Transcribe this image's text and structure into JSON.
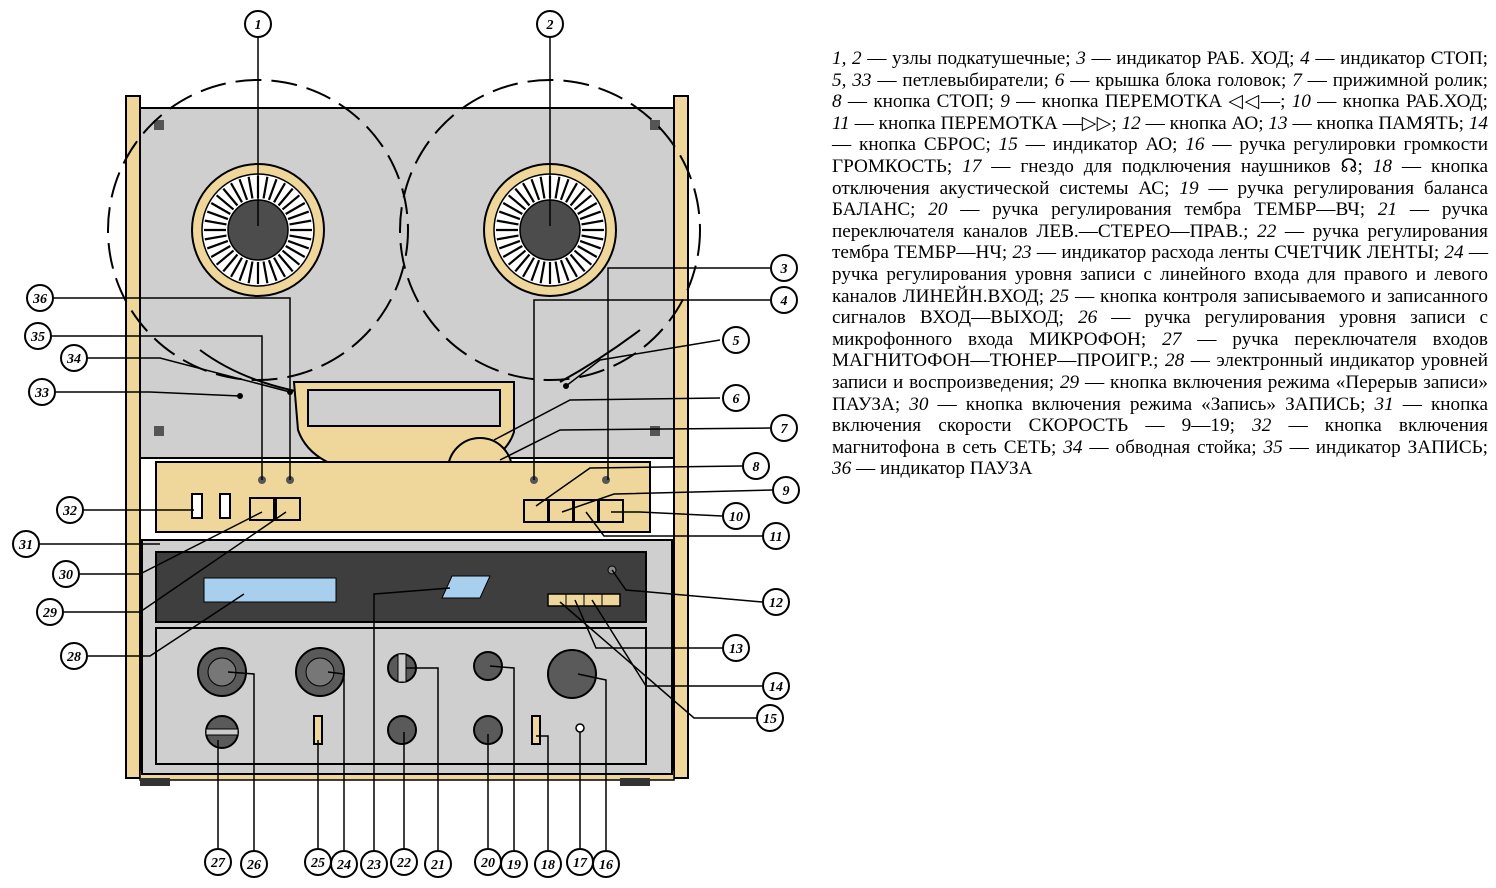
{
  "colors": {
    "cabinet": "#efd79b",
    "panel_gray": "#cfcfcf",
    "reel_dark": "#4c4c4c",
    "reel_ring": "#efd79b",
    "display_dark": "#3e3e3e",
    "display_blue": "#a8d0ee",
    "cover": "#efd79b",
    "knob": "#5a5a5a"
  },
  "callouts": [
    "1",
    "2",
    "3",
    "4",
    "5",
    "6",
    "7",
    "8",
    "9",
    "10",
    "11",
    "12",
    "13",
    "14",
    "15",
    "16",
    "17",
    "18",
    "19",
    "20",
    "21",
    "22",
    "23",
    "24",
    "25",
    "26",
    "27",
    "28",
    "29",
    "30",
    "31",
    "32",
    "33",
    "34",
    "35",
    "36"
  ],
  "legend": [
    {
      "num": "1, 2",
      "text": "узлы подкатушечные"
    },
    {
      "num": "3",
      "text": "индикатор РАБ. ХОД"
    },
    {
      "num": "4",
      "text": "индикатор СТОП"
    },
    {
      "num": "5, 33",
      "text": "петлевыбиратели"
    },
    {
      "num": "6",
      "text": "крышка блока головок"
    },
    {
      "num": "7",
      "text": "прижимной ролик"
    },
    {
      "num": "8",
      "text": "кнопка СТОП"
    },
    {
      "num": "9",
      "text": "кнопка ПЕРЕМОТКА ◁◁—"
    },
    {
      "num": "10",
      "text": "кнопка РАБ.ХОД"
    },
    {
      "num": "11",
      "text": "кнопка ПЕРЕМОТКА —▷▷"
    },
    {
      "num": "12",
      "text": "кнопка АО"
    },
    {
      "num": "13",
      "text": "кнопка ПАМЯТЬ"
    },
    {
      "num": "14",
      "text": "кнопка СБРОС"
    },
    {
      "num": "15",
      "text": "индикатор АО"
    },
    {
      "num": "16",
      "text": "ручка регулировки громкости ГРОМКОСТЬ"
    },
    {
      "num": "17",
      "text": "гнездо для подключения наушников ☊"
    },
    {
      "num": "18",
      "text": "кнопка отключения акустической системы АС"
    },
    {
      "num": "19",
      "text": "ручка регулирования баланса БАЛАНС"
    },
    {
      "num": "20",
      "text": "ручка регулирования тембра ТЕМБР—ВЧ"
    },
    {
      "num": "21",
      "text": "ручка переключателя каналов ЛЕВ.—СТЕРЕО—ПРАВ."
    },
    {
      "num": "22",
      "text": "ручка регулирования тембра ТЕМБР—НЧ"
    },
    {
      "num": "23",
      "text": "индикатор расхода ленты СЧЕТЧИК ЛЕНТЫ"
    },
    {
      "num": "24",
      "text": "ручка регулирования уровня записи с линейного входа для правого и левого каналов ЛИНЕЙН.ВХОД"
    },
    {
      "num": "25",
      "text": "кнопка контроля записываемого и записанного сигналов ВХОД—ВЫХОД"
    },
    {
      "num": "26",
      "text": "ручка регулирования уровня записи с микрофонного входа МИКРОФОН"
    },
    {
      "num": "27",
      "text": "ручка переключателя входов МАГНИТОФОН—ТЮНЕР—ПРОИГР."
    },
    {
      "num": "28",
      "text": "электронный индикатор уровней записи и воспроизведения"
    },
    {
      "num": "29",
      "text": "кнопка включения режима «Перерыв записи» ПАУЗА"
    },
    {
      "num": "30",
      "text": "кнопка включения режима «Запись» ЗАПИСЬ"
    },
    {
      "num": "31",
      "text": "кнопка включения скорости СКОРОСТЬ — 9—19"
    },
    {
      "num": "32",
      "text": "кнопка включения магнитофона в сеть СЕТЬ"
    },
    {
      "num": "34",
      "text": "обводная стойка"
    },
    {
      "num": "35",
      "text": "индикатор ЗАПИСЬ"
    },
    {
      "num": "36",
      "text": "индикатор ПАУЗА"
    }
  ]
}
